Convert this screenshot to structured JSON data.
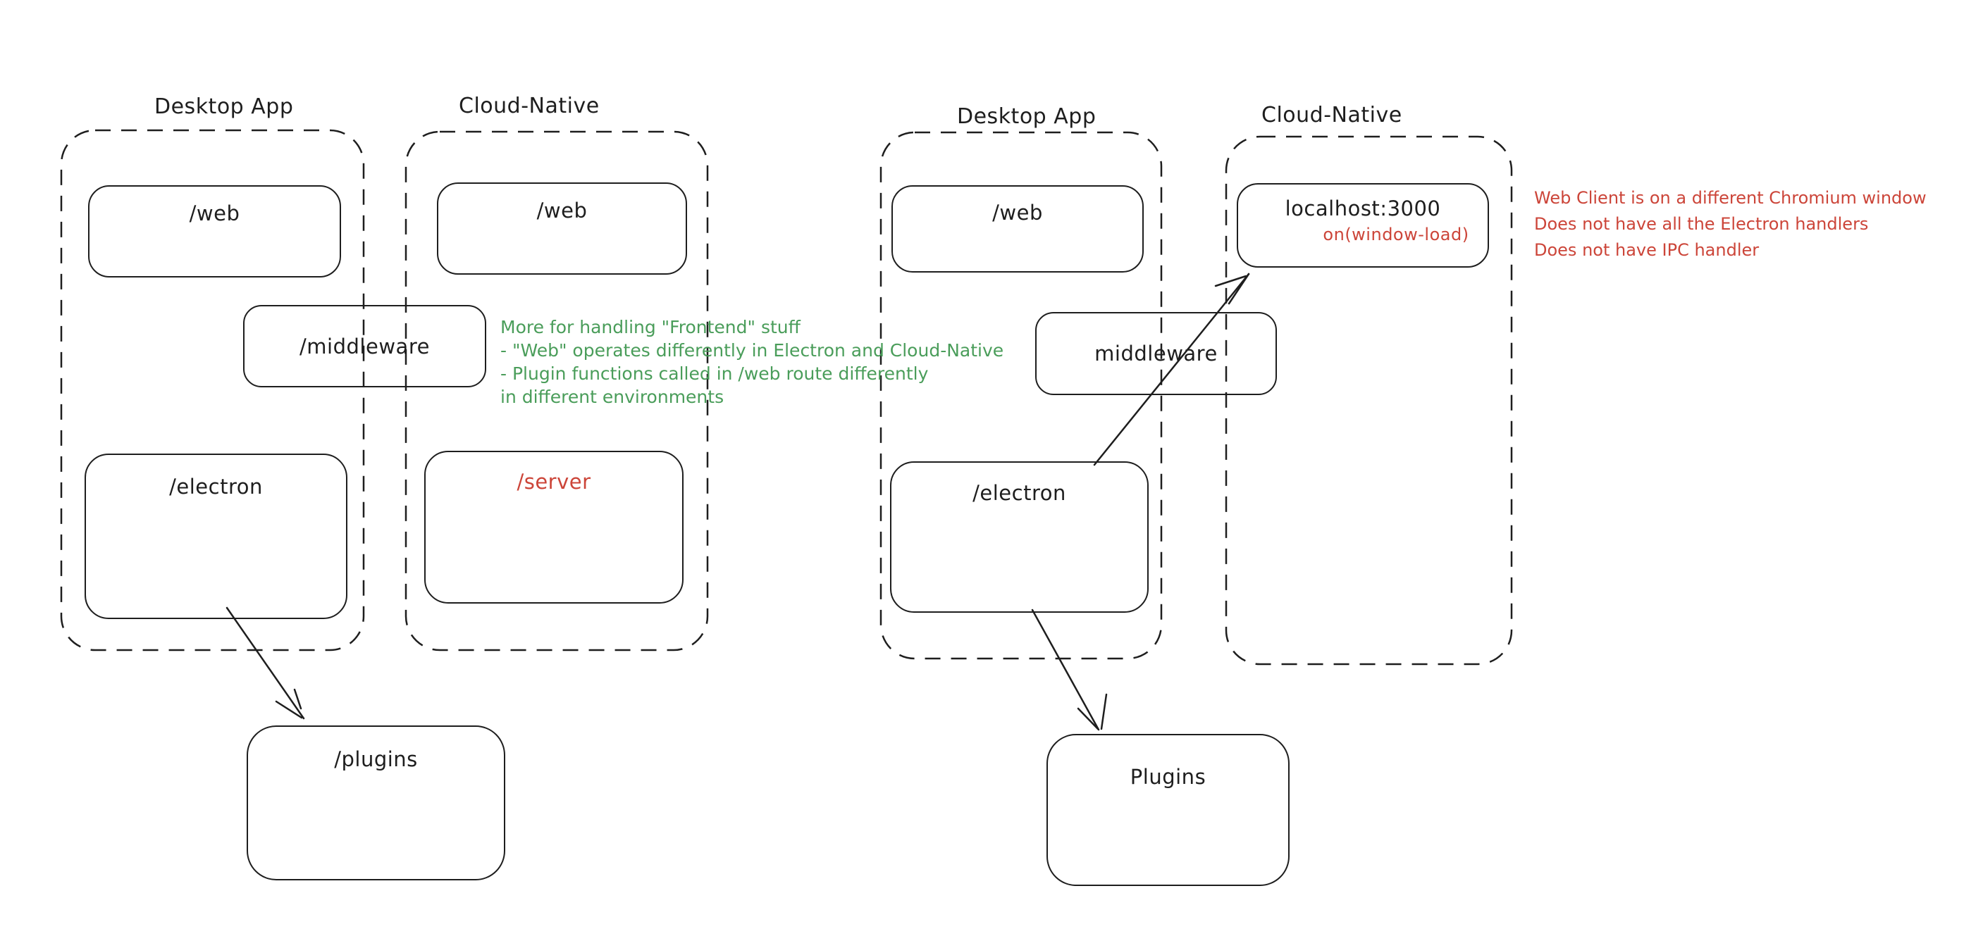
{
  "colors": {
    "ink": "#1e1e1e",
    "green": "#4a9d5a",
    "red": "#cc4539",
    "canvas_background": "#ffffff"
  },
  "left_diagram": {
    "desktop_app_label": "Desktop App",
    "cloud_native_label": "Cloud-Native",
    "web_desktop": "/web",
    "web_cloud": "/web",
    "middleware": "/middleware",
    "electron": "/electron",
    "server": "/server",
    "plugins": "/plugins",
    "green_note": {
      "line1": "More for handling \"Frontend\" stuff",
      "line2": "- \"Web\" operates differently in Electron and Cloud-Native",
      "line3": "- Plugin functions called in /web route differently",
      "line4": "in different environments"
    }
  },
  "right_diagram": {
    "desktop_app_label": "Desktop App",
    "cloud_native_label": "Cloud-Native",
    "web_desktop": "/web",
    "middleware": "middleware",
    "electron": "/electron",
    "localhost": "localhost:3000",
    "window_load": "on(window-load)",
    "plugins": "Plugins",
    "red_note": {
      "line1": "Web Client is on a different Chromium window",
      "line2": "Does not have all the Electron handlers",
      "line3": "Does not have IPC handler"
    }
  }
}
